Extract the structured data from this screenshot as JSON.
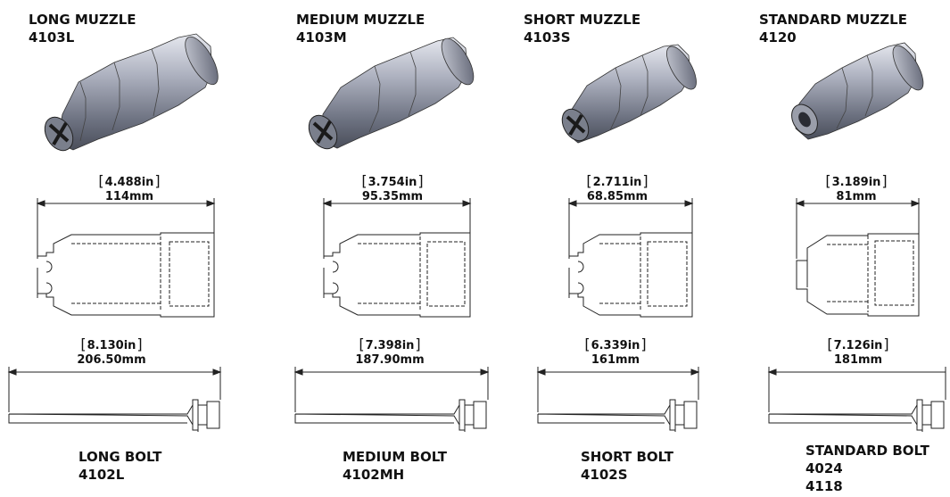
{
  "muzzles": [
    {
      "title": "LONG MUZZLE",
      "part": "4103L",
      "dim_in": "4.488in",
      "dim_mm": "114mm"
    },
    {
      "title": "MEDIUM MUZZLE",
      "part": "4103M",
      "dim_in": "3.754in",
      "dim_mm": "95.35mm"
    },
    {
      "title": "SHORT MUZZLE",
      "part": "4103S",
      "dim_in": "2.711in",
      "dim_mm": "68.85mm"
    },
    {
      "title": "STANDARD MUZZLE",
      "part": "4120",
      "dim_in": "3.189in",
      "dim_mm": "81mm"
    }
  ],
  "bolts": [
    {
      "title": "LONG BOLT",
      "part": "4102L",
      "dim_in": "8.130in",
      "dim_mm": "206.50mm"
    },
    {
      "title": "MEDIUM BOLT",
      "part": "4102MH",
      "dim_in": "7.398in",
      "dim_mm": "187.90mm"
    },
    {
      "title": "SHORT BOLT",
      "part": "4102S",
      "dim_in": "6.339in",
      "dim_mm": "161mm"
    },
    {
      "title": "STANDARD BOLT",
      "part": "4024",
      "part2": "4118",
      "dim_in": "7.126in",
      "dim_mm": "181mm"
    }
  ],
  "bracket_open": "[",
  "bracket_close": "]",
  "colors": {
    "line": "#222222",
    "metal_dark": "#5a5f6d",
    "metal_light": "#d9dbe3",
    "background": "#ffffff"
  }
}
